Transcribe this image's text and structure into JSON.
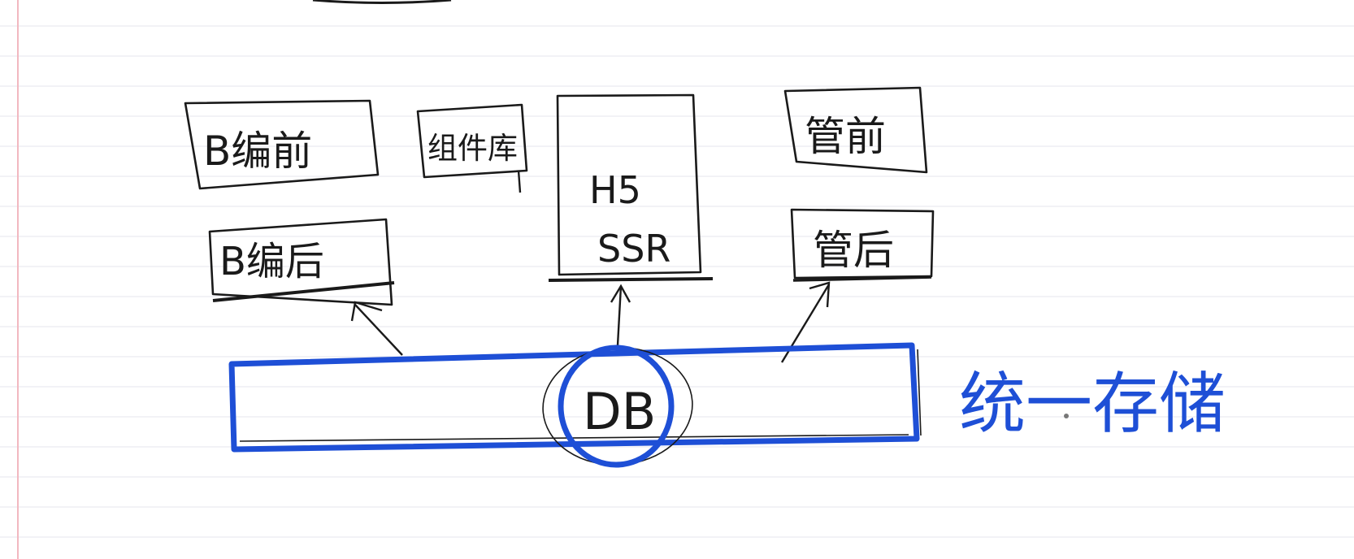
{
  "colors": {
    "paper": "#ffffff",
    "rule_line": "#e6e6ee",
    "margin_line": "#f2b8c0",
    "ink": "#1a1a1a",
    "blue_ink": "#1e4fd6"
  },
  "diagram": {
    "nodes": {
      "b_editor_front": {
        "label": "B编前"
      },
      "component_lib": {
        "label": "组件库"
      },
      "h5_ssr": {
        "line1": "H5",
        "line2": "SSR"
      },
      "admin_front": {
        "label": "管前"
      },
      "b_editor_back": {
        "label": "B编后"
      },
      "admin_back": {
        "label": "管后"
      },
      "db": {
        "label": "DB"
      }
    },
    "annotation": {
      "label": "统一存储"
    }
  }
}
